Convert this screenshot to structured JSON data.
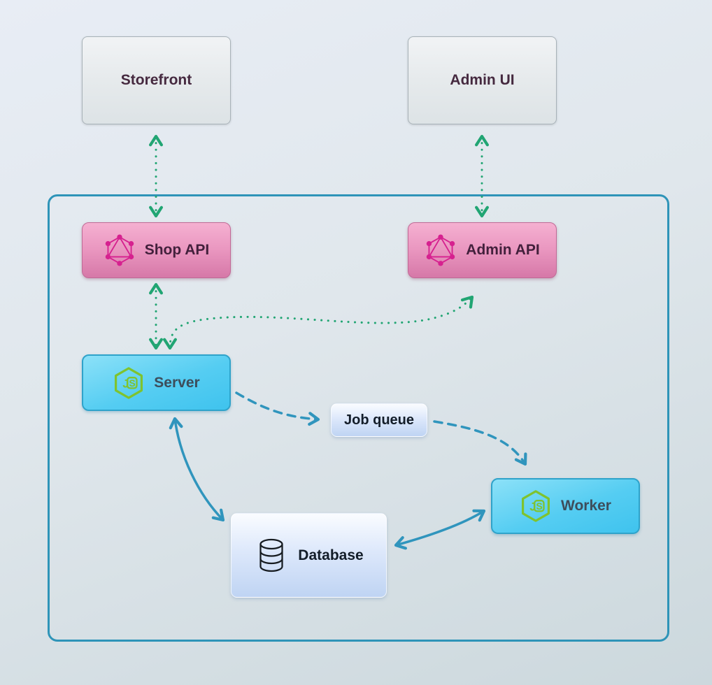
{
  "nodes": {
    "storefront": {
      "label": "Storefront"
    },
    "admin_ui": {
      "label": "Admin UI"
    },
    "shop_api": {
      "label": "Shop API",
      "icon": "graphql-icon"
    },
    "admin_api": {
      "label": "Admin API",
      "icon": "graphql-icon"
    },
    "server": {
      "label": "Server",
      "icon": "nodejs-icon"
    },
    "job_queue": {
      "label": "Job queue"
    },
    "worker": {
      "label": "Worker",
      "icon": "nodejs-icon"
    },
    "database": {
      "label": "Database",
      "icon": "database-icon"
    }
  },
  "edges": [
    {
      "from": "storefront",
      "to": "shop_api",
      "style": "dotted",
      "color": "#21a573",
      "bidirectional": true
    },
    {
      "from": "admin_ui",
      "to": "admin_api",
      "style": "dotted",
      "color": "#21a573",
      "bidirectional": true
    },
    {
      "from": "shop_api",
      "to": "server",
      "style": "dotted",
      "color": "#21a573",
      "bidirectional": true
    },
    {
      "from": "server",
      "to": "admin_api",
      "style": "dotted",
      "color": "#21a573",
      "bidirectional": true
    },
    {
      "from": "server",
      "to": "job_queue",
      "style": "dashed",
      "color": "#3095bd",
      "bidirectional": false
    },
    {
      "from": "job_queue",
      "to": "worker",
      "style": "dashed",
      "color": "#3095bd",
      "bidirectional": false
    },
    {
      "from": "server",
      "to": "database",
      "style": "solid",
      "color": "#3095bd",
      "bidirectional": true
    },
    {
      "from": "database",
      "to": "worker",
      "style": "solid",
      "color": "#3095bd",
      "bidirectional": true
    }
  ],
  "colors": {
    "background_top": "#e8edf5",
    "background_bottom": "#ccd8dd",
    "container_border": "#2e94b8",
    "dotted_edge_green": "#21a573",
    "blue_edge": "#3095bd",
    "pink_node": "#ea97c0",
    "blue_node": "#55cdf2",
    "graphql_icon": "#d6218f",
    "nodejs_icon": "#7fc32e"
  }
}
